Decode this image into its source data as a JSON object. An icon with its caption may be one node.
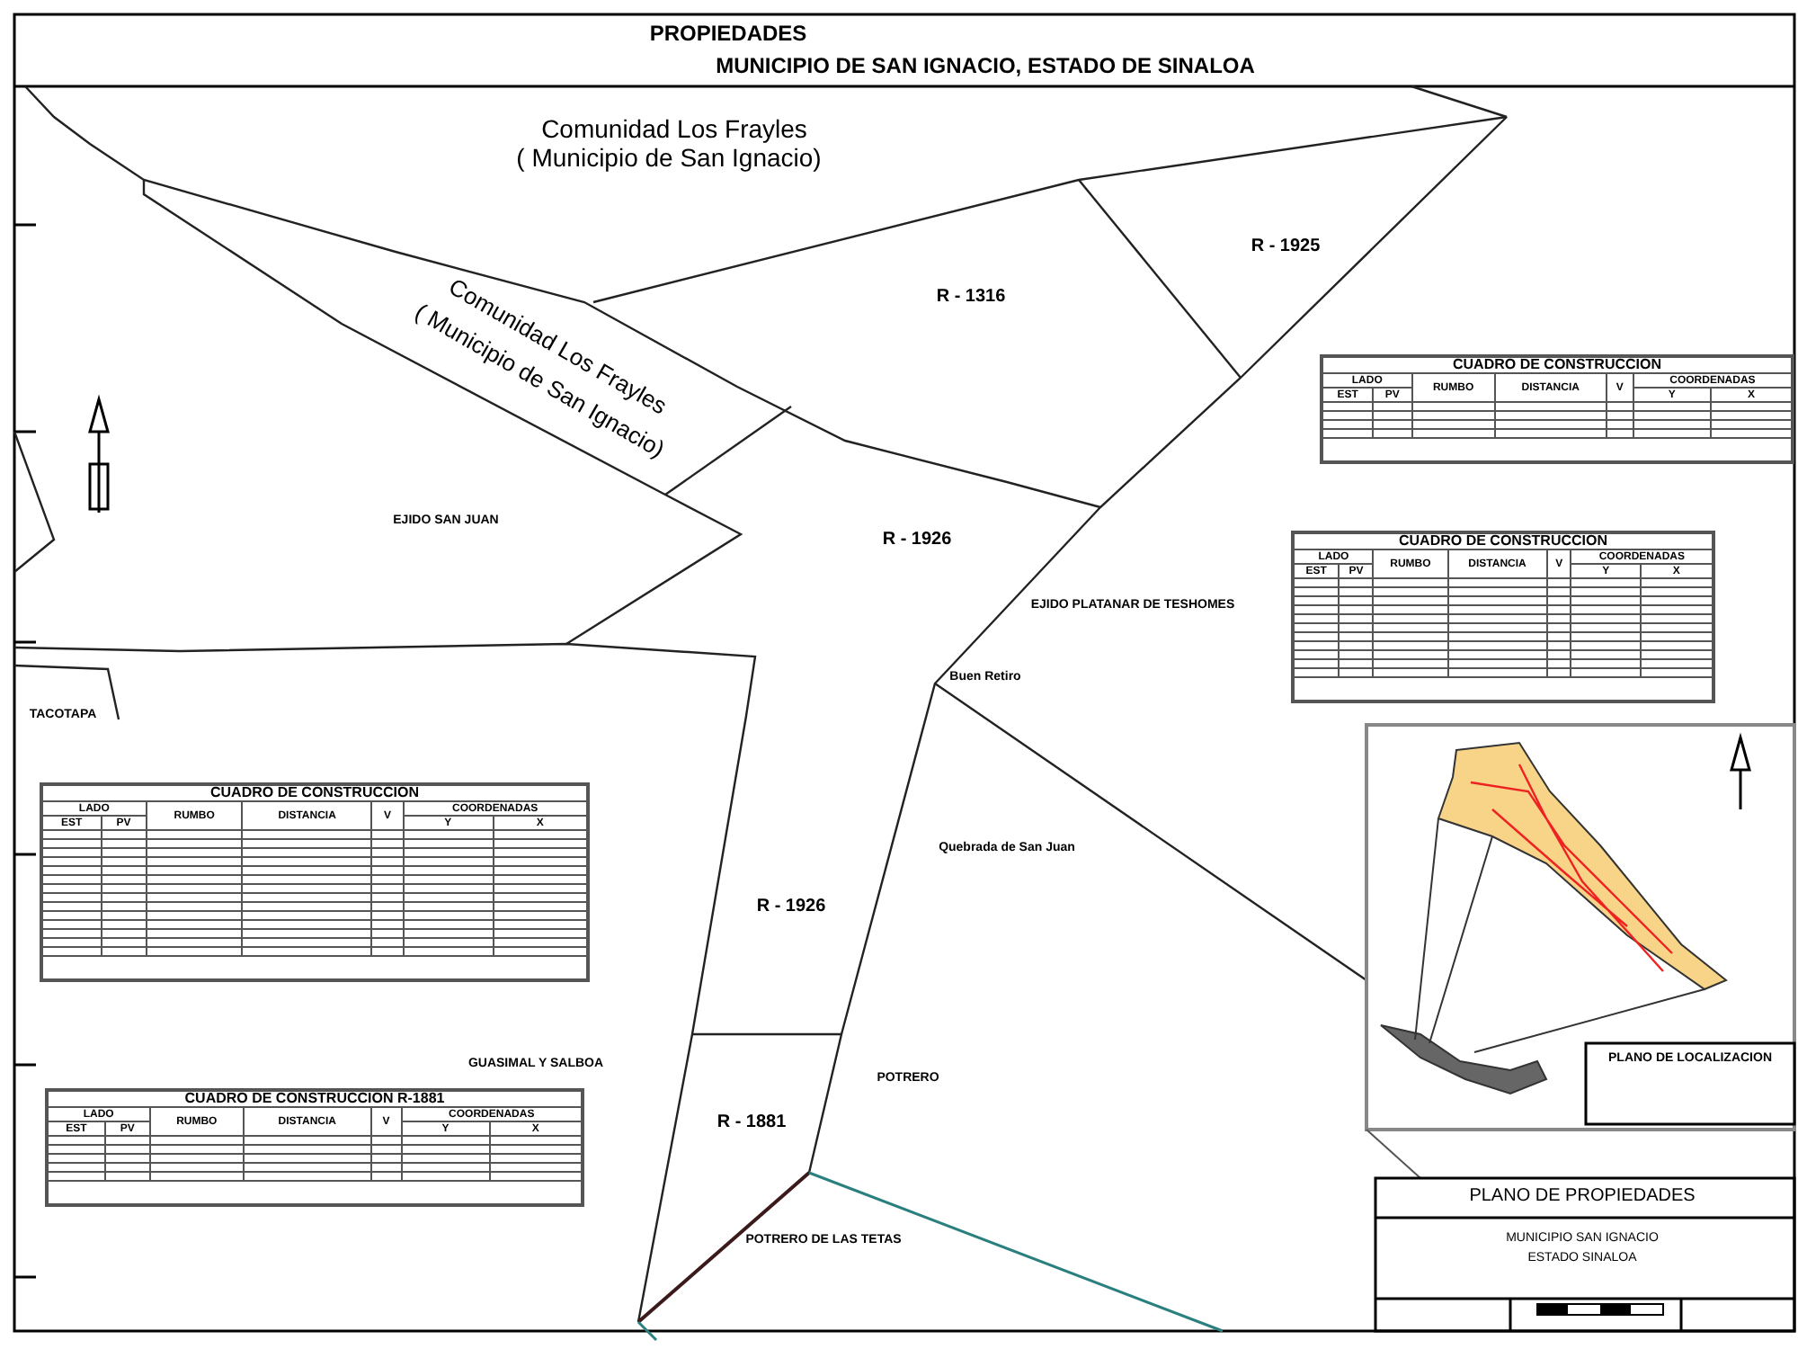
{
  "diagram": {
    "title": "PROPIEDADES",
    "labels": [
      "MUNICIPIO DE SAN IGNACIO, ESTADO DE SINALOA",
      "Comunidad Los Frayles",
      "( Municipio de San Ignacio)",
      "R - 1925",
      "R - 1316",
      "Comunidad Los Frayles",
      "( Municipio de San Ignacio)",
      "EJIDO SAN JUAN",
      "R - 1926",
      "EJIDO PLATANAR DE TESHOMES",
      "Buen Retiro",
      "TACOTAPA",
      "Quebrada de San Juan",
      "R - 1926",
      "GUASIMAL Y SALBOA",
      "POTRERO",
      "R - 1881",
      "POTRERO DE LAS TETAS",
      "PLANO DE LOCALIZACION",
      "PLANO DE PROPIEDADES",
      "MUNICIPIO SAN IGNACIO",
      "ESTADO SINALOA",
      "CUADRO DE CONSTRUCCION",
      "LADO",
      "EST",
      "PV",
      "RUMBO",
      "DISTANCIA",
      "V",
      "COORDENADAS",
      "Y",
      "X",
      "CUADRO DE CONSTRUCCION",
      "LADO",
      "EST",
      "PV",
      "RUMBO",
      "DISTANCIA",
      "V",
      "COORDENADAS",
      "Y",
      "X",
      "CUADRO DE CONSTRUCCION",
      "LADO",
      "EST",
      "PV",
      "RUMBO",
      "DISTANCIA",
      "V",
      "COORDENADAS",
      "Y",
      "X",
      "CUADRO DE CONSTRUCCION R-1881",
      "LADO",
      "EST",
      "PV",
      "RUMBO",
      "DISTANCIA",
      "V",
      "COORDENADAS",
      "Y",
      "X"
    ]
  }
}
